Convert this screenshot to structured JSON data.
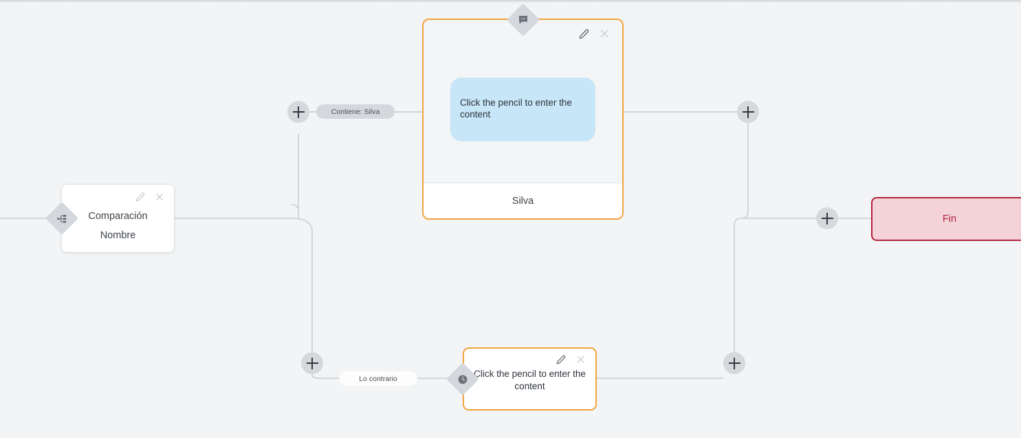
{
  "canvas": {
    "background_color": "#f2f4f5",
    "accent_orange": "#f2a33c",
    "end_node_color": "#b5213c",
    "bubble_color": "#c7e6f7",
    "edge_color": "#d2d5d9"
  },
  "nodes": {
    "comparacion": {
      "title": "Comparación",
      "subtitle": "Nombre",
      "badge_icon": "branch-icon",
      "edit_icon": "pencil-icon",
      "close_icon": "close-icon"
    },
    "message": {
      "bubble_text": "Click the pencil to enter the content",
      "footer_label": "Silva",
      "badge_icon": "chat-bubble-icon",
      "edit_icon": "pencil-icon",
      "close_icon": "close-icon"
    },
    "delay": {
      "text": "Click the pencil to enter the content",
      "badge_icon": "clock-icon",
      "edit_icon": "pencil-icon",
      "close_icon": "close-icon"
    },
    "fin": {
      "label": "Fin"
    }
  },
  "edge_labels": {
    "contiene": "Contiene: Silva",
    "contrario": "Lo contrario"
  },
  "add_buttons": [
    {
      "id": "add-top-left",
      "name": "add-node-button-top-left"
    },
    {
      "id": "add-top-right",
      "name": "add-node-button-top-right"
    },
    {
      "id": "add-bottom-left",
      "name": "add-node-button-bottom-left"
    },
    {
      "id": "add-bottom-right",
      "name": "add-node-button-bottom-right"
    },
    {
      "id": "add-end",
      "name": "add-node-button-before-end"
    }
  ]
}
